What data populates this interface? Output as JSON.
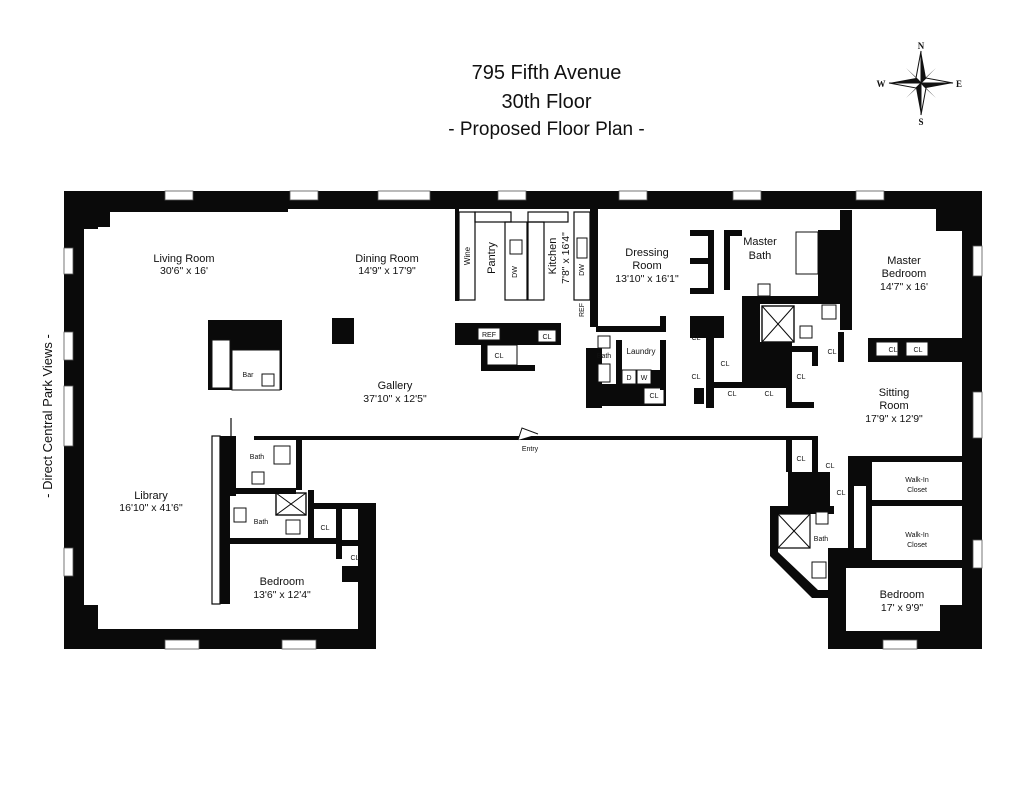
{
  "header": {
    "address": "795 Fifth Avenue",
    "floor": "30th Floor",
    "subtitle": "- Proposed Floor Plan -"
  },
  "compass": {
    "n": "N",
    "s": "S",
    "e": "E",
    "w": "W"
  },
  "side_note": "- Direct Central Park Views -",
  "rooms": {
    "living_room": {
      "name": "Living Room",
      "dims": "30'6\" x 16'"
    },
    "dining_room": {
      "name": "Dining Room",
      "dims": "14'9\" x 17'9\""
    },
    "kitchen": {
      "name": "Kitchen",
      "dims": "7'8\" x 16'4\""
    },
    "pantry": {
      "name": "Pantry"
    },
    "wine": {
      "name": "Wine"
    },
    "dressing_room": {
      "name1": "Dressing",
      "name2": "Room",
      "dims": "13'10\" x 16'1\""
    },
    "master_bath": {
      "name1": "Master",
      "name2": "Bath"
    },
    "master_bedroom": {
      "name1": "Master",
      "name2": "Bedroom",
      "dims": "14'7\" x 16'"
    },
    "gallery": {
      "name": "Gallery",
      "dims": "37'10\" x 12'5\""
    },
    "bar": {
      "name": "Bar"
    },
    "library": {
      "name": "Library",
      "dims": "16'10\" x 41'6\""
    },
    "bedroom_1": {
      "name": "Bedroom",
      "dims": "13'6\" x 12'4\""
    },
    "sitting_room": {
      "name1": "Sitting",
      "name2": "Room",
      "dims": "17'9\" x 12'9\""
    },
    "bedroom_2": {
      "name": "Bedroom",
      "dims": "17' x 9'9\""
    },
    "laundry": {
      "name": "Laundry"
    },
    "walk_in_closet_1": {
      "name1": "Walk-In",
      "name2": "Closet"
    },
    "walk_in_closet_2": {
      "name1": "Walk-In",
      "name2": "Closet"
    },
    "entry": {
      "name": "Entry"
    }
  },
  "labels": {
    "bath": "Bath",
    "cl": "CL",
    "ref": "REF",
    "dw": "DW",
    "d": "D",
    "w": "W"
  }
}
